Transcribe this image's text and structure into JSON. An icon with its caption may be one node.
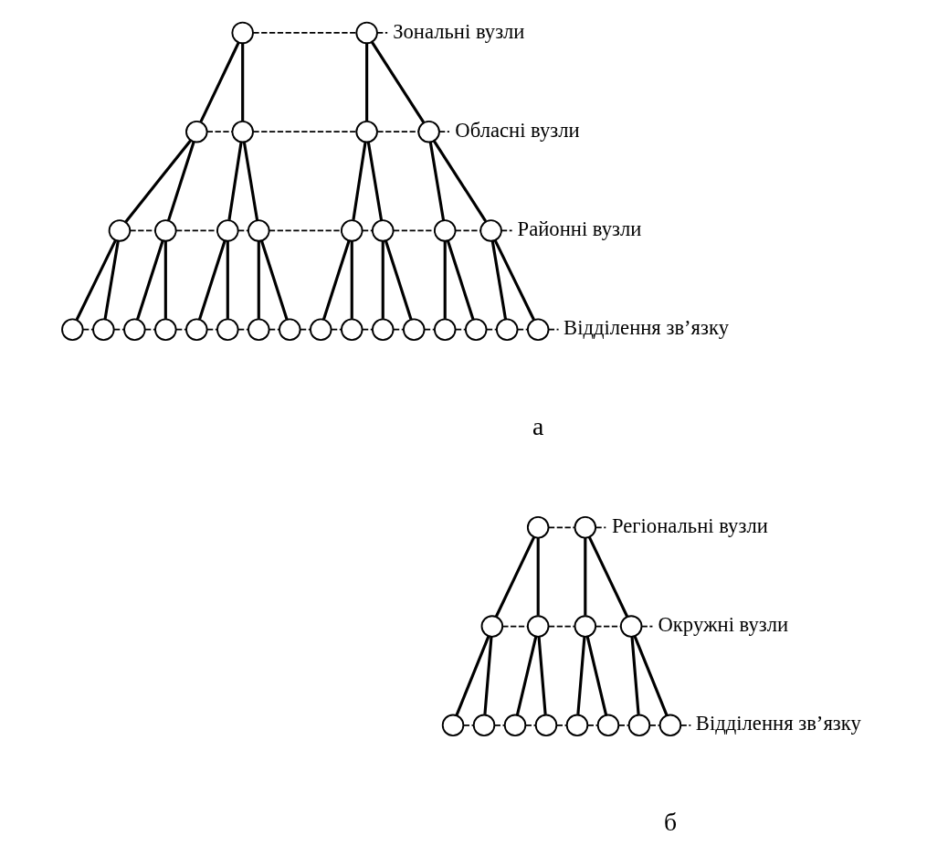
{
  "diagram": {
    "nodes": [
      {
        "text": [],
        "shape": "circle"
      },
      {
        "text": [],
        "shape": "circle"
      },
      {
        "text": [],
        "shape": "circle"
      },
      {
        "text": [],
        "shape": "circle"
      },
      {
        "text": [],
        "shape": "circle"
      },
      {
        "text": [],
        "shape": "circle"
      },
      {
        "text": [],
        "shape": "circle"
      },
      {
        "text": [],
        "shape": "circle"
      },
      {
        "text": [],
        "shape": "circle"
      },
      {
        "text": [],
        "shape": "circle"
      },
      {
        "text": [],
        "shape": "circle"
      },
      {
        "text": [],
        "shape": "circle"
      },
      {
        "text": [],
        "shape": "circle"
      },
      {
        "text": [],
        "shape": "circle"
      },
      {
        "text": [],
        "shape": "circle"
      },
      {
        "text": [],
        "shape": "circle"
      },
      {
        "text": [],
        "shape": "circle"
      },
      {
        "text": [],
        "shape": "circle"
      },
      {
        "text": [],
        "shape": "circle"
      },
      {
        "text": [],
        "shape": "circle"
      },
      {
        "text": [],
        "shape": "circle"
      },
      {
        "text": [],
        "shape": "circle"
      },
      {
        "text": [],
        "shape": "circle"
      },
      {
        "text": [],
        "shape": "circle"
      },
      {
        "text": [],
        "shape": "circle"
      },
      {
        "text": [],
        "shape": "circle"
      },
      {
        "text": [],
        "shape": "circle"
      },
      {
        "text": [],
        "shape": "circle"
      },
      {
        "text": [],
        "shape": "circle"
      },
      {
        "text": [],
        "shape": "circle"
      },
      {
        "text": [
          "Зональні вузли"
        ]
      },
      {
        "text": [
          "Обласні вузли"
        ]
      },
      {
        "text": [
          "Районні вузли"
        ]
      },
      {
        "text": [
          "Відділення зв’язку"
        ]
      },
      {
        "text": [],
        "shape": "circle"
      },
      {
        "text": [],
        "shape": "circle"
      },
      {
        "text": [],
        "shape": "circle"
      },
      {
        "text": [],
        "shape": "circle"
      },
      {
        "text": [],
        "shape": "circle"
      },
      {
        "text": [],
        "shape": "circle"
      },
      {
        "text": [],
        "shape": "circle"
      },
      {
        "text": [],
        "shape": "circle"
      },
      {
        "text": [],
        "shape": "circle"
      },
      {
        "text": [],
        "shape": "circle"
      },
      {
        "text": [],
        "shape": "circle"
      },
      {
        "text": [],
        "shape": "circle"
      },
      {
        "text": [],
        "shape": "circle"
      },
      {
        "text": [],
        "shape": "circle"
      },
      {
        "text": [
          "Регіональні вузли"
        ]
      },
      {
        "text": [
          "Окружні вузли"
        ]
      },
      {
        "text": [
          "Відділення зв’язку"
        ]
      }
    ],
    "edges": [
      {
        "from": 0,
        "to": 1,
        "arrow": "none",
        "style": "dashed"
      },
      {
        "from": 1,
        "to": 30,
        "arrow": "none",
        "style": "dashed"
      },
      {
        "from": 0,
        "to": 2,
        "arrow": "none"
      },
      {
        "from": 0,
        "to": 3,
        "arrow": "none"
      },
      {
        "from": 1,
        "to": 4,
        "arrow": "none"
      },
      {
        "from": 1,
        "to": 5,
        "arrow": "none"
      },
      {
        "from": 2,
        "to": 3,
        "arrow": "none",
        "style": "dashed"
      },
      {
        "from": 3,
        "to": 4,
        "arrow": "none",
        "style": "dashed"
      },
      {
        "from": 4,
        "to": 5,
        "arrow": "none",
        "style": "dashed"
      },
      {
        "from": 5,
        "to": 31,
        "arrow": "none",
        "style": "dashed"
      },
      {
        "from": 2,
        "to": 6,
        "arrow": "none"
      },
      {
        "from": 2,
        "to": 7,
        "arrow": "none"
      },
      {
        "from": 3,
        "to": 8,
        "arrow": "none"
      },
      {
        "from": 3,
        "to": 9,
        "arrow": "none"
      },
      {
        "from": 4,
        "to": 10,
        "arrow": "none"
      },
      {
        "from": 4,
        "to": 11,
        "arrow": "none"
      },
      {
        "from": 5,
        "to": 12,
        "arrow": "none"
      },
      {
        "from": 5,
        "to": 13,
        "arrow": "none"
      },
      {
        "from": 6,
        "to": 7,
        "arrow": "none",
        "style": "dashed"
      },
      {
        "from": 7,
        "to": 8,
        "arrow": "none",
        "style": "dashed"
      },
      {
        "from": 8,
        "to": 9,
        "arrow": "none",
        "style": "dashed"
      },
      {
        "from": 9,
        "to": 10,
        "arrow": "none",
        "style": "dashed"
      },
      {
        "from": 10,
        "to": 11,
        "arrow": "none",
        "style": "dashed"
      },
      {
        "from": 11,
        "to": 12,
        "arrow": "none",
        "style": "dashed"
      },
      {
        "from": 12,
        "to": 13,
        "arrow": "none",
        "style": "dashed"
      },
      {
        "from": 13,
        "to": 32,
        "arrow": "none",
        "style": "dashed"
      },
      {
        "from": 6,
        "to": 14,
        "arrow": "none"
      },
      {
        "from": 6,
        "to": 15,
        "arrow": "none"
      },
      {
        "from": 7,
        "to": 16,
        "arrow": "none"
      },
      {
        "from": 7,
        "to": 17,
        "arrow": "none"
      },
      {
        "from": 8,
        "to": 18,
        "arrow": "none"
      },
      {
        "from": 8,
        "to": 19,
        "arrow": "none"
      },
      {
        "from": 9,
        "to": 20,
        "arrow": "none"
      },
      {
        "from": 9,
        "to": 21,
        "arrow": "none"
      },
      {
        "from": 10,
        "to": 22,
        "arrow": "none"
      },
      {
        "from": 10,
        "to": 23,
        "arrow": "none"
      },
      {
        "from": 11,
        "to": 24,
        "arrow": "none"
      },
      {
        "from": 11,
        "to": 25,
        "arrow": "none"
      },
      {
        "from": 12,
        "to": 26,
        "arrow": "none"
      },
      {
        "from": 12,
        "to": 27,
        "arrow": "none"
      },
      {
        "from": 13,
        "to": 28,
        "arrow": "none"
      },
      {
        "from": 13,
        "to": 29,
        "arrow": "none"
      },
      {
        "from": 14,
        "to": 15,
        "arrow": "none",
        "style": "dashed"
      },
      {
        "from": 15,
        "to": 16,
        "arrow": "none",
        "style": "dashed"
      },
      {
        "from": 16,
        "to": 17,
        "arrow": "none",
        "style": "dashed"
      },
      {
        "from": 17,
        "to": 18,
        "arrow": "none",
        "style": "dashed"
      },
      {
        "from": 18,
        "to": 19,
        "arrow": "none",
        "style": "dashed"
      },
      {
        "from": 19,
        "to": 20,
        "arrow": "none",
        "style": "dashed"
      },
      {
        "from": 20,
        "to": 21,
        "arrow": "none",
        "style": "dashed"
      },
      {
        "from": 21,
        "to": 22,
        "arrow": "none",
        "style": "dashed"
      },
      {
        "from": 22,
        "to": 23,
        "arrow": "none",
        "style": "dashed"
      },
      {
        "from": 23,
        "to": 24,
        "arrow": "none",
        "style": "dashed"
      },
      {
        "from": 24,
        "to": 25,
        "arrow": "none",
        "style": "dashed"
      },
      {
        "from": 25,
        "to": 26,
        "arrow": "none",
        "style": "dashed"
      },
      {
        "from": 26,
        "to": 27,
        "arrow": "none",
        "style": "dashed"
      },
      {
        "from": 27,
        "to": 28,
        "arrow": "none",
        "style": "dashed"
      },
      {
        "from": 28,
        "to": 29,
        "arrow": "none",
        "style": "dashed"
      },
      {
        "from": 29,
        "to": 33,
        "arrow": "none",
        "style": "dashed"
      },
      {
        "from": 34,
        "to": 35,
        "arrow": "none",
        "style": "dashed"
      },
      {
        "from": 35,
        "to": 48,
        "arrow": "none",
        "style": "dashed"
      },
      {
        "from": 34,
        "to": 36,
        "arrow": "none"
      },
      {
        "from": 34,
        "to": 37,
        "arrow": "none"
      },
      {
        "from": 35,
        "to": 38,
        "arrow": "none"
      },
      {
        "from": 35,
        "to": 39,
        "arrow": "none"
      },
      {
        "from": 36,
        "to": 37,
        "arrow": "none",
        "style": "dashed"
      },
      {
        "from": 37,
        "to": 38,
        "arrow": "none",
        "style": "dashed"
      },
      {
        "from": 38,
        "to": 39,
        "arrow": "none",
        "style": "dashed"
      },
      {
        "from": 39,
        "to": 49,
        "arrow": "none",
        "style": "dashed"
      },
      {
        "from": 36,
        "to": 40,
        "arrow": "none"
      },
      {
        "from": 36,
        "to": 41,
        "arrow": "none"
      },
      {
        "from": 37,
        "to": 42,
        "arrow": "none"
      },
      {
        "from": 37,
        "to": 43,
        "arrow": "none"
      },
      {
        "from": 38,
        "to": 44,
        "arrow": "none"
      },
      {
        "from": 38,
        "to": 45,
        "arrow": "none"
      },
      {
        "from": 39,
        "to": 46,
        "arrow": "none"
      },
      {
        "from": 39,
        "to": 47,
        "arrow": "none"
      },
      {
        "from": 40,
        "to": 41,
        "arrow": "none",
        "style": "dashed"
      },
      {
        "from": 41,
        "to": 42,
        "arrow": "none",
        "style": "dashed"
      },
      {
        "from": 42,
        "to": 43,
        "arrow": "none",
        "style": "dashed"
      },
      {
        "from": 43,
        "to": 44,
        "arrow": "none",
        "style": "dashed"
      },
      {
        "from": 44,
        "to": 45,
        "arrow": "none",
        "style": "dashed"
      },
      {
        "from": 45,
        "to": 46,
        "arrow": "none",
        "style": "dashed"
      },
      {
        "from": 46,
        "to": 47,
        "arrow": "none",
        "style": "dashed"
      },
      {
        "from": 47,
        "to": 50,
        "arrow": "none",
        "style": "dashed"
      }
    ],
    "labels": [
      "а",
      "б"
    ]
  }
}
